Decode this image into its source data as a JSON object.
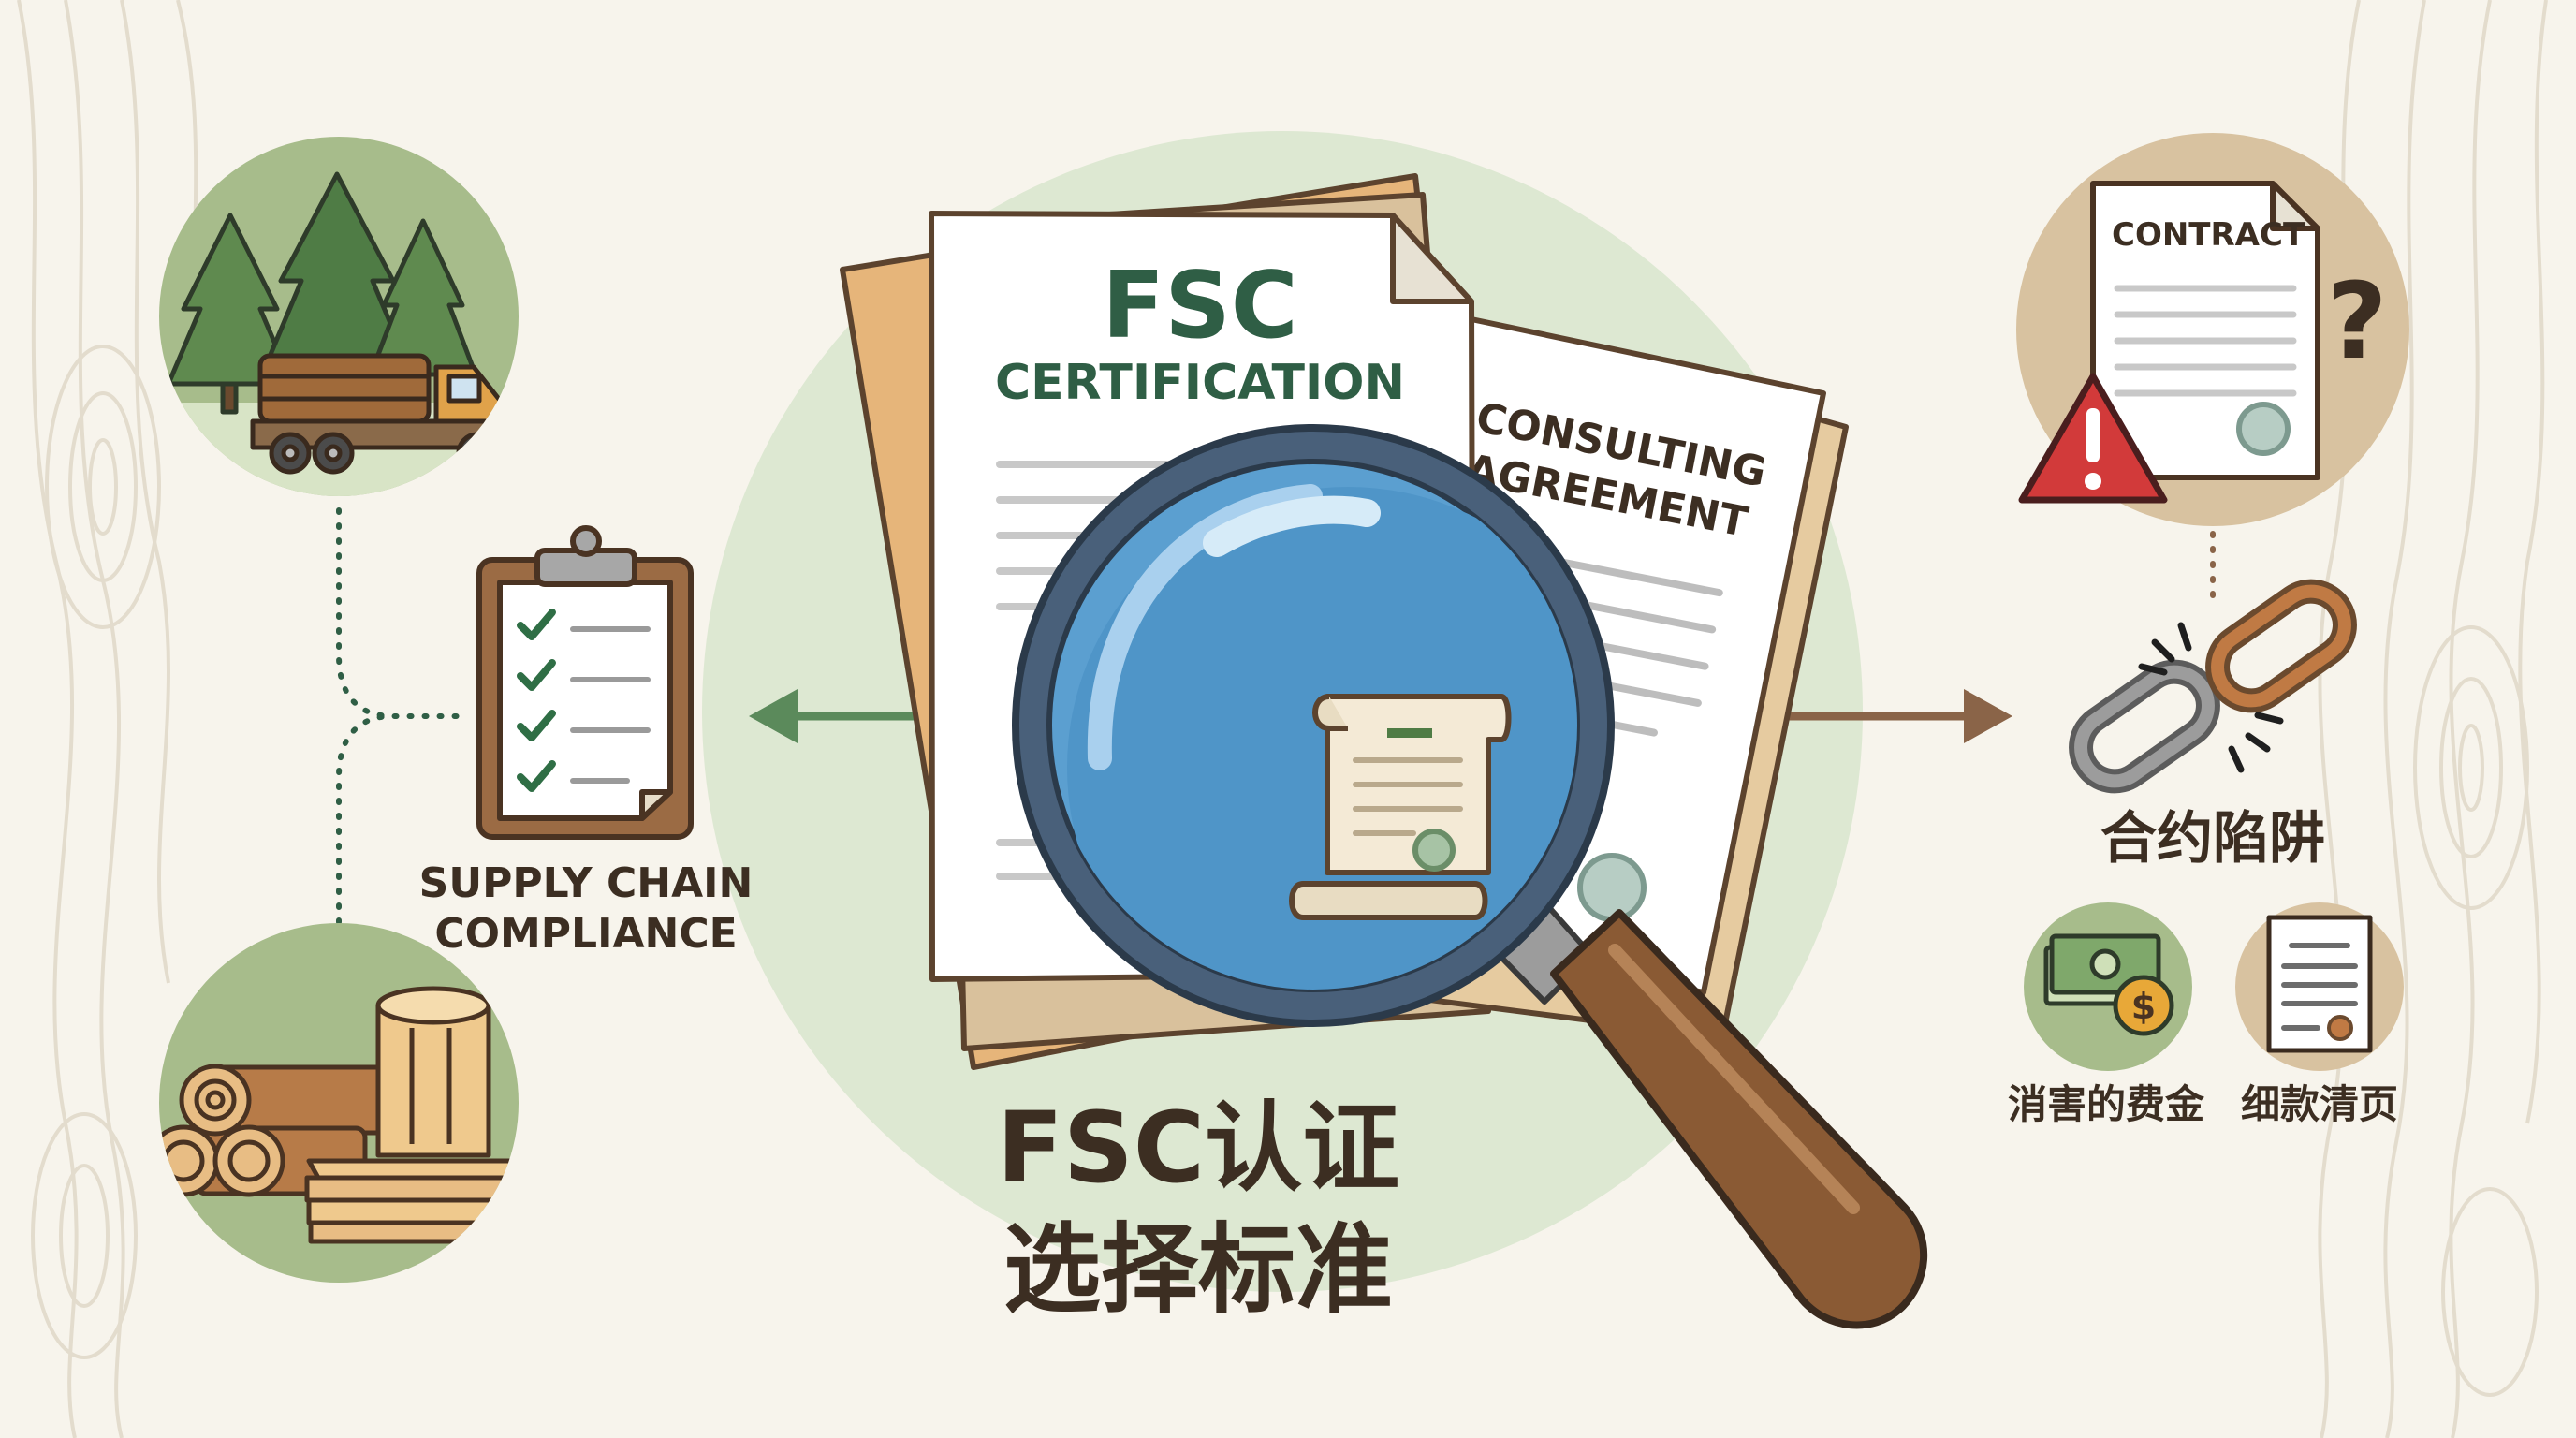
{
  "title": {
    "line1": "FSC认证",
    "line2": "选择标准"
  },
  "documents": {
    "fsc_heading": "FSC",
    "fsc_subheading": "CERTIFICATION",
    "consulting_line1": "CONSULTING",
    "consulting_line2": "AGREEMENT",
    "contract_heading": "CONTRACT"
  },
  "left_branch": {
    "label_line1": "SUPPLY CHAIN",
    "label_line2": "COMPLIANCE",
    "forest_icon": "forest-truck-icon",
    "clipboard_icon": "checklist-clipboard-icon",
    "timber_icon": "timber-logs-icon"
  },
  "right_branch": {
    "main_label": "合约陷阱",
    "sub_items": [
      {
        "label": "消害的费金",
        "icon": "money-coin-icon"
      },
      {
        "label": "细款清页",
        "icon": "document-seal-icon"
      }
    ],
    "contract_icon": "contract-warning-icon",
    "broken_chain_icon": "broken-chain-icon"
  },
  "colors": {
    "background": "#f7f4ec",
    "pale_green": "#dde8d2",
    "forest_green": "#2f5e45",
    "brown": "#6b4a2e",
    "tan": "#d8c2a0",
    "lens_blue": "#5b9fd0",
    "warning_red": "#d23a3a",
    "text_dark": "#3c2e22"
  }
}
